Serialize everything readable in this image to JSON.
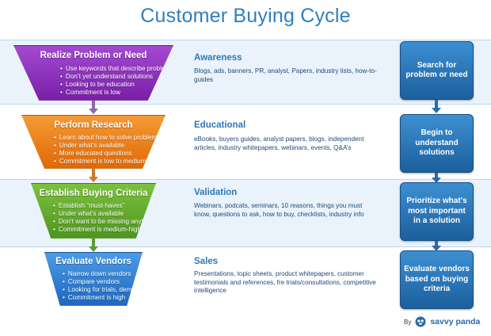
{
  "title": "Customer Buying Cycle",
  "stages": [
    {
      "funnel_title": "Realize Problem or Need",
      "bullets": [
        "Use keywords that describe problem",
        "Don’t yet understand solutions",
        "Looking to be education",
        "Commitment is low"
      ],
      "name": "Awareness",
      "description": "Blogs, ads, banners, PR, analyst, Papers, industry lists, how-to-guides",
      "action": "Search for problem or need",
      "color": "#8a2bb9"
    },
    {
      "funnel_title": "Perform Research",
      "bullets": [
        "Learn about how to solve problem",
        "Under what’s available",
        "More educated questions",
        "Commitment is low to medium"
      ],
      "name": "Educational",
      "description": "eBooks, buyers guides, analyst papers, blogs, independent articles, industry whitepapers, webinars, events, Q&A’s",
      "action": "Begin to understand solutions",
      "color": "#ec7c12"
    },
    {
      "funnel_title": "Establish Buying Criteria",
      "bullets": [
        "Establish “must-haves”",
        "Under what’s available",
        "Don’t want to be missing anything",
        "Commitment is medium-high"
      ],
      "name": "Validation",
      "description": "Webinars, podcats, seminars, 10 reasons, things you must know, questions to ask, how to buy, checklists, industry info",
      "action": "Prioritize what’s most important in a solution",
      "color": "#5fa529"
    },
    {
      "funnel_title": "Evaluate Vendors",
      "bullets": [
        "Narrow down vendors",
        "Compare vendors",
        "Looking for trials, demos",
        "Commitment is high"
      ],
      "name": "Sales",
      "description": "Presentations, topic sheets, product whitepapers, customer testimonials and references, fre trials/consultations, competitive intelligence",
      "action": "Evaluate vendors based on buying criteria",
      "color": "#2a7ad0"
    }
  ],
  "credit": {
    "by": "By",
    "brand": "savvy panda"
  },
  "icons": {
    "arrow": "arrow-down-icon",
    "logo": "panda-logo-icon"
  }
}
